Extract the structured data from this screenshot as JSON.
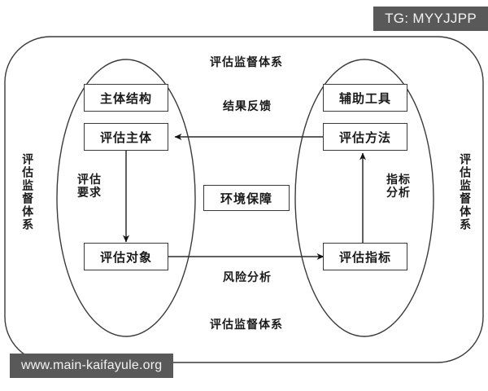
{
  "diagram": {
    "title": "评估监督体系",
    "boxes": [
      {
        "id": "subject-structure",
        "label": "主体结构"
      },
      {
        "id": "evaluation-subject",
        "label": "评估主体"
      },
      {
        "id": "evaluation-object",
        "label": "评估对象"
      },
      {
        "id": "auxiliary-tools",
        "label": "辅助工具"
      },
      {
        "id": "evaluation-method",
        "label": "评估方法"
      },
      {
        "id": "evaluation-index",
        "label": "评估指标"
      },
      {
        "id": "environment-guarantee",
        "label": "环境保障"
      }
    ],
    "labels": {
      "top_system": "评估监督体系",
      "bottom_system": "评估监督体系",
      "left_system": "评估监督体系",
      "right_system": "评估监督体系",
      "result_feedback": "结果反馈",
      "risk_analysis": "风险分析",
      "evaluation_requirement": "评估\n要求",
      "index_analysis": "指标\n分析"
    },
    "arrows": [
      {
        "id": "method-to-subject",
        "from": "评估方法",
        "to": "评估主体",
        "direction": "left",
        "label": "结果反馈"
      },
      {
        "id": "object-to-index",
        "from": "评估对象",
        "to": "评估指标",
        "direction": "right",
        "label": "风险分析"
      },
      {
        "id": "subject-to-object",
        "from": "评估主体",
        "to": "评估对象",
        "direction": "down",
        "label": "评估要求"
      },
      {
        "id": "index-to-method",
        "from": "评估指标",
        "to": "评估方法",
        "direction": "up",
        "label": "指标分析"
      }
    ],
    "colors": {
      "stroke": "#3a3a3a",
      "text": "#1a1a1a",
      "background": "#ffffff",
      "watermark_bg": "#595959",
      "watermark_text": "#f2f2f2"
    }
  },
  "watermarks": {
    "tg": "TG: MYYJJPP",
    "site": "www.main-kaifayule.org"
  }
}
